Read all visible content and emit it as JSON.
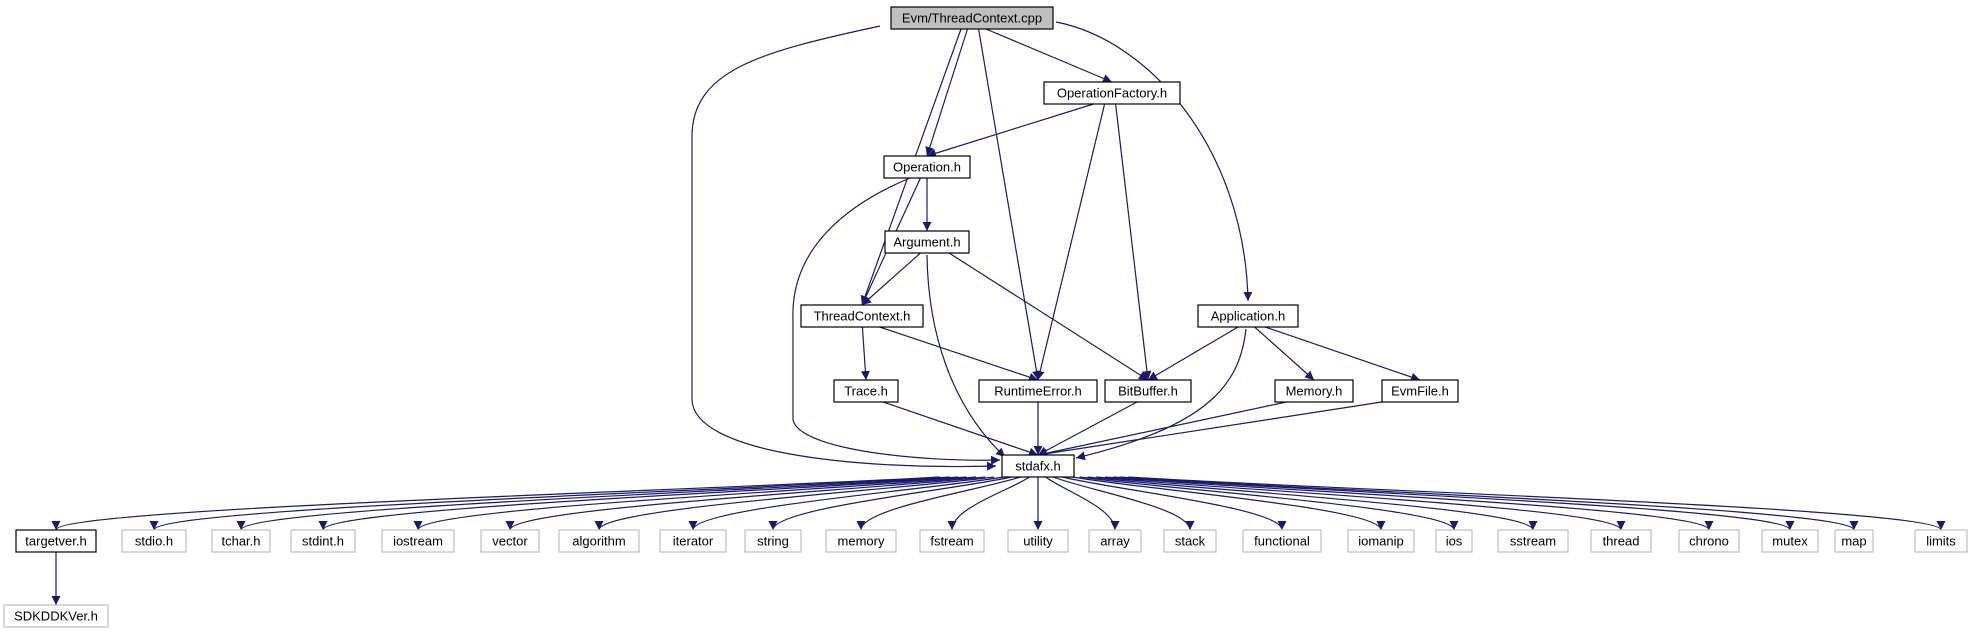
{
  "diagram": {
    "root": "Evm/ThreadContext.cpp",
    "colors": {
      "edge": "#191970",
      "arrowhead": "#191970",
      "node_border": "#000000",
      "external_border": "#bfbfbf",
      "root_fill": "#bfbfbf",
      "node_fill": "#ffffff"
    },
    "nodes": [
      {
        "id": "root",
        "label": "Evm/ThreadContext.cpp",
        "style": "root"
      },
      {
        "id": "opfactory",
        "label": "OperationFactory.h",
        "style": "normal"
      },
      {
        "id": "operation",
        "label": "Operation.h",
        "style": "normal"
      },
      {
        "id": "argument",
        "label": "Argument.h",
        "style": "normal"
      },
      {
        "id": "threadctx",
        "label": "ThreadContext.h",
        "style": "normal"
      },
      {
        "id": "application",
        "label": "Application.h",
        "style": "normal"
      },
      {
        "id": "trace",
        "label": "Trace.h",
        "style": "normal"
      },
      {
        "id": "runtime",
        "label": "RuntimeError.h",
        "style": "normal"
      },
      {
        "id": "bitbuffer",
        "label": "BitBuffer.h",
        "style": "normal"
      },
      {
        "id": "memory_h",
        "label": "Memory.h",
        "style": "normal"
      },
      {
        "id": "evmfile",
        "label": "EvmFile.h",
        "style": "normal"
      },
      {
        "id": "stdafx",
        "label": "stdafx.h",
        "style": "normal"
      },
      {
        "id": "targetver",
        "label": "targetver.h",
        "style": "normal"
      },
      {
        "id": "stdio",
        "label": "stdio.h",
        "style": "external"
      },
      {
        "id": "tchar",
        "label": "tchar.h",
        "style": "external"
      },
      {
        "id": "stdint",
        "label": "stdint.h",
        "style": "external"
      },
      {
        "id": "iostream",
        "label": "iostream",
        "style": "external"
      },
      {
        "id": "vector",
        "label": "vector",
        "style": "external"
      },
      {
        "id": "algorithm",
        "label": "algorithm",
        "style": "external"
      },
      {
        "id": "iterator",
        "label": "iterator",
        "style": "external"
      },
      {
        "id": "string",
        "label": "string",
        "style": "external"
      },
      {
        "id": "memory",
        "label": "memory",
        "style": "external"
      },
      {
        "id": "fstream",
        "label": "fstream",
        "style": "external"
      },
      {
        "id": "utility",
        "label": "utility",
        "style": "external"
      },
      {
        "id": "array",
        "label": "array",
        "style": "external"
      },
      {
        "id": "stack",
        "label": "stack",
        "style": "external"
      },
      {
        "id": "functional",
        "label": "functional",
        "style": "external"
      },
      {
        "id": "iomanip",
        "label": "iomanip",
        "style": "external"
      },
      {
        "id": "ios",
        "label": "ios",
        "style": "external"
      },
      {
        "id": "sstream",
        "label": "sstream",
        "style": "external"
      },
      {
        "id": "thread",
        "label": "thread",
        "style": "external"
      },
      {
        "id": "chrono",
        "label": "chrono",
        "style": "external"
      },
      {
        "id": "mutex",
        "label": "mutex",
        "style": "external"
      },
      {
        "id": "map",
        "label": "map",
        "style": "external"
      },
      {
        "id": "limits",
        "label": "limits",
        "style": "external"
      },
      {
        "id": "sdkddkver",
        "label": "SDKDDKVer.h",
        "style": "external"
      }
    ],
    "edges": [
      {
        "from": "root",
        "to": "opfactory"
      },
      {
        "from": "root",
        "to": "operation"
      },
      {
        "from": "root",
        "to": "threadctx"
      },
      {
        "from": "root",
        "to": "runtime"
      },
      {
        "from": "root",
        "to": "application"
      },
      {
        "from": "root",
        "to": "stdafx"
      },
      {
        "from": "opfactory",
        "to": "operation"
      },
      {
        "from": "opfactory",
        "to": "runtime"
      },
      {
        "from": "opfactory",
        "to": "bitbuffer"
      },
      {
        "from": "operation",
        "to": "argument"
      },
      {
        "from": "operation",
        "to": "threadctx"
      },
      {
        "from": "operation",
        "to": "stdafx"
      },
      {
        "from": "argument",
        "to": "threadctx"
      },
      {
        "from": "argument",
        "to": "bitbuffer"
      },
      {
        "from": "argument",
        "to": "stdafx"
      },
      {
        "from": "threadctx",
        "to": "trace"
      },
      {
        "from": "threadctx",
        "to": "runtime"
      },
      {
        "from": "application",
        "to": "bitbuffer"
      },
      {
        "from": "application",
        "to": "memory_h"
      },
      {
        "from": "application",
        "to": "evmfile"
      },
      {
        "from": "application",
        "to": "stdafx"
      },
      {
        "from": "trace",
        "to": "stdafx"
      },
      {
        "from": "runtime",
        "to": "stdafx"
      },
      {
        "from": "bitbuffer",
        "to": "stdafx"
      },
      {
        "from": "memory_h",
        "to": "stdafx"
      },
      {
        "from": "evmfile",
        "to": "stdafx"
      },
      {
        "from": "stdafx",
        "to": "targetver"
      },
      {
        "from": "stdafx",
        "to": "stdio"
      },
      {
        "from": "stdafx",
        "to": "tchar"
      },
      {
        "from": "stdafx",
        "to": "stdint"
      },
      {
        "from": "stdafx",
        "to": "iostream"
      },
      {
        "from": "stdafx",
        "to": "vector"
      },
      {
        "from": "stdafx",
        "to": "algorithm"
      },
      {
        "from": "stdafx",
        "to": "iterator"
      },
      {
        "from": "stdafx",
        "to": "string"
      },
      {
        "from": "stdafx",
        "to": "memory"
      },
      {
        "from": "stdafx",
        "to": "fstream"
      },
      {
        "from": "stdafx",
        "to": "utility"
      },
      {
        "from": "stdafx",
        "to": "array"
      },
      {
        "from": "stdafx",
        "to": "stack"
      },
      {
        "from": "stdafx",
        "to": "functional"
      },
      {
        "from": "stdafx",
        "to": "iomanip"
      },
      {
        "from": "stdafx",
        "to": "ios"
      },
      {
        "from": "stdafx",
        "to": "sstream"
      },
      {
        "from": "stdafx",
        "to": "thread"
      },
      {
        "from": "stdafx",
        "to": "chrono"
      },
      {
        "from": "stdafx",
        "to": "mutex"
      },
      {
        "from": "stdafx",
        "to": "map"
      },
      {
        "from": "stdafx",
        "to": "limits"
      },
      {
        "from": "targetver",
        "to": "sdkddkver"
      }
    ]
  }
}
